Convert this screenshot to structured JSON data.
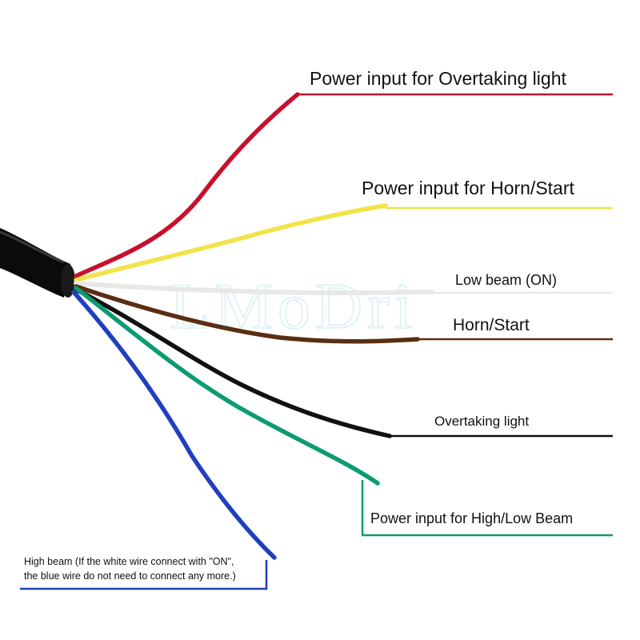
{
  "watermark": "LMoDri",
  "colors": {
    "red": "#c8102e",
    "yellow": "#f2e34a",
    "white": "#e8e8e8",
    "brown": "#5a2e12",
    "black": "#111111",
    "green": "#0d9b72",
    "blue": "#1f3fbf",
    "cable": "#0b0b0b"
  },
  "wires": [
    {
      "color_name": "red",
      "label": "Power input for Overtaking light"
    },
    {
      "color_name": "yellow",
      "label": "Power input for Horn/Start"
    },
    {
      "color_name": "white",
      "label": "Low beam (ON)"
    },
    {
      "color_name": "brown",
      "label": "Horn/Start"
    },
    {
      "color_name": "black",
      "label": "Overtaking light"
    },
    {
      "color_name": "green",
      "label": "Power input for High/Low Beam"
    },
    {
      "color_name": "blue",
      "label_line1": "High beam (If the white wire connect with \"ON\",",
      "label_line2": "the blue wire do not need to connect any more.)"
    }
  ]
}
